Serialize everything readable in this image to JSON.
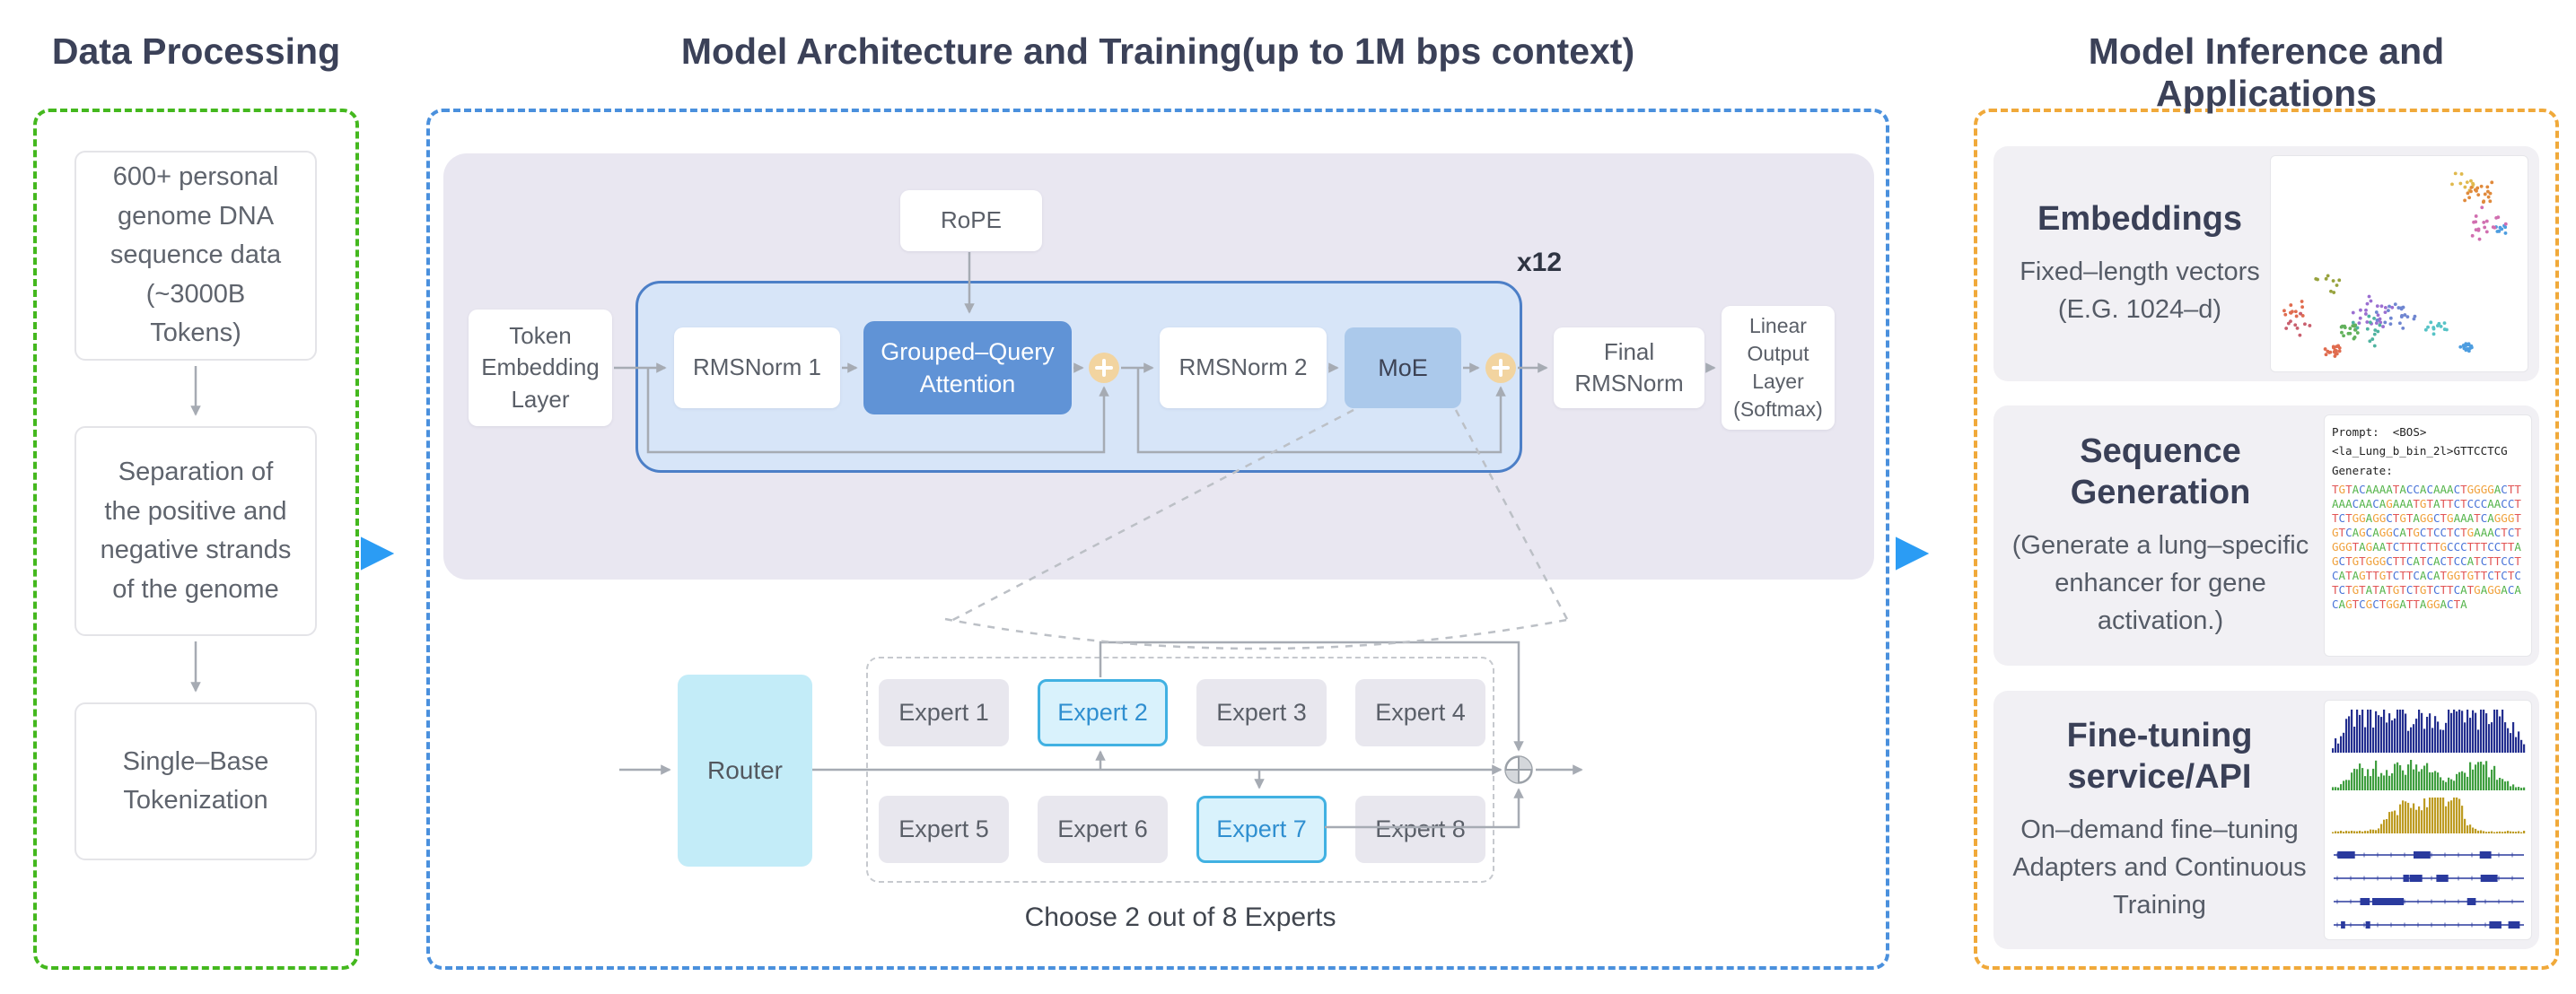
{
  "colors": {
    "section_green": "#44b81e",
    "section_blue": "#4a90dd",
    "section_orange": "#f0a93a",
    "arrow_blue": "#2b9cf4",
    "gqa_fill": "#6093d6",
    "moe_fill": "#abc9eb",
    "selected_expert": "#41b1e2",
    "base_a": "#54b44a",
    "base_c": "#4a74d8",
    "base_g": "#f0a13c",
    "base_t": "#e25555"
  },
  "data_processing": {
    "title": "Data Processing",
    "steps": [
      "600+ personal genome DNA sequence data (~3000B Tokens)",
      "Separation of the positive and negative strands of the genome",
      "Single–Base Tokenization"
    ]
  },
  "architecture": {
    "title": "Model Architecture and Training(up to 1M bps context)",
    "rope": "RoPE",
    "token_embedding": "Token Embedding Layer",
    "rmsnorm1": "RMSNorm 1",
    "gqa": "Grouped–Query Attention",
    "rmsnorm2": "RMSNorm 2",
    "moe": "MoE",
    "repeat": "x12",
    "final_rmsnorm": "Final RMSNorm",
    "linear_output": "Linear Output Layer (Softmax)",
    "router": "Router",
    "experts": [
      {
        "label": "Expert 1",
        "selected": false
      },
      {
        "label": "Expert 2",
        "selected": true
      },
      {
        "label": "Expert 3",
        "selected": false
      },
      {
        "label": "Expert 4",
        "selected": false
      },
      {
        "label": "Expert 5",
        "selected": false
      },
      {
        "label": "Expert 6",
        "selected": false
      },
      {
        "label": "Expert 7",
        "selected": true
      },
      {
        "label": "Expert 8",
        "selected": false
      }
    ],
    "experts_caption": "Choose 2 out of 8 Experts"
  },
  "inference": {
    "title": "Model Inference and Applications",
    "cards": {
      "embeddings": {
        "title": "Embeddings",
        "description": "Fixed–length vectors (E.G. 1024–d)"
      },
      "sequence_generation": {
        "title": "Sequence Generation",
        "description": "(Generate a lung–specific enhancer for gene activation.)",
        "prompt_label": "Prompt:",
        "bos_token": "<BOS>",
        "prompt_token": "<la_Lung_b_bin_2l>GTTCCTCG",
        "generate_label": "Generate:",
        "generated_sequence": "TGTACAAAATACCACAAACTGGGGACTTAAACAACAGAAATGTATTCTCCCAACCTTCTGGAGGCTGTAGGCTGAAATCAGGGTGTCAGCAGGCATGCTCCTCTGAAACTCTGGGTAGAATCTTTCTTGCCCTTTCCTTAGCTGTGGGCTTCATCACTCCATCTTCCTCATAGTTGTCTTCACATGGTGTTCTCTCTCTGTATATGTCTGTCTTCATGAGGACACAGTCGCTGGATTAGGACTA"
      },
      "fine_tuning": {
        "title": "Fine-tuning service/API",
        "description": "On–demand fine–tuning Adapters and Continuous Training"
      }
    }
  }
}
